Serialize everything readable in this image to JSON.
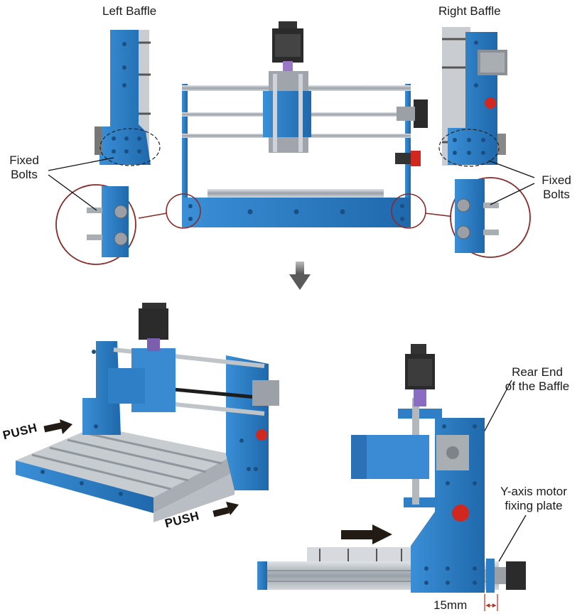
{
  "labels": {
    "left_baffle": "Left Baffle",
    "right_baffle": "Right Baffle",
    "fixed_bolts_left_1": "Fixed",
    "fixed_bolts_left_2": "Bolts",
    "fixed_bolts_right_1": "Fixed",
    "fixed_bolts_right_2": "Bolts",
    "push_left": "PUSH",
    "push_bottom": "PUSH",
    "rear_end_1": "Rear End",
    "rear_end_2": "of the Baffle",
    "y_axis_1": "Y-axis motor",
    "y_axis_2": "fixing plate",
    "gap": "15mm"
  },
  "colors": {
    "frame_blue": "#2f7fc6",
    "frame_dark": "#1d5f9e",
    "rail_gray": "#b9bec4",
    "callout_red": "#8a2a2a",
    "motor_dark": "#2b2b2b",
    "stop_red": "#d0281f",
    "arrow_gray": "#6e6e6e"
  }
}
